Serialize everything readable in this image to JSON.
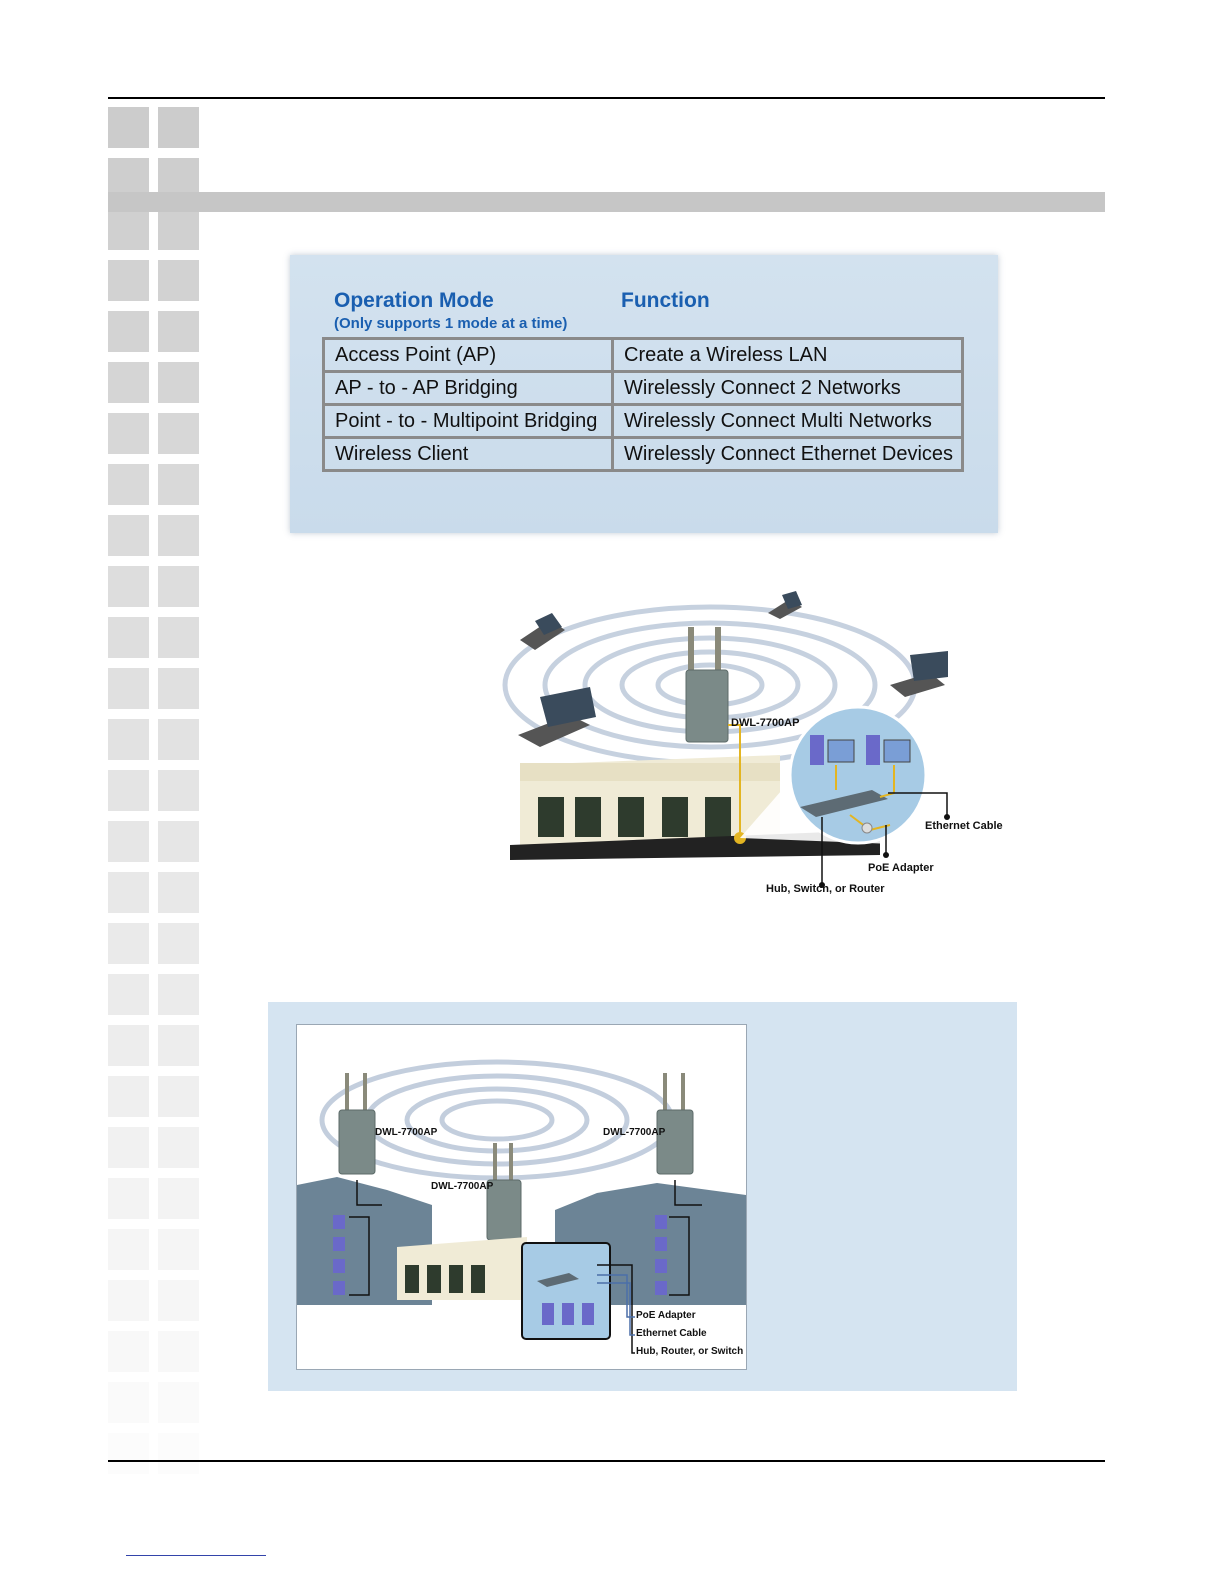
{
  "mode_table": {
    "header_mode": "Operation Mode",
    "header_mode_note": "(Only supports 1 mode at a time)",
    "header_function": "Function",
    "rows": [
      {
        "mode": "Access Point (AP)",
        "function": "Create a Wireless LAN"
      },
      {
        "mode": "AP - to - AP Bridging",
        "function": "Wirelessly Connect 2 Networks"
      },
      {
        "mode": "Point - to - Multipoint Bridging",
        "function": "Wirelessly Connect Multi Networks"
      },
      {
        "mode": "Wireless Client",
        "function": "Wirelessly Connect Ethernet Devices"
      }
    ]
  },
  "diagram_ap": {
    "device_label": "DWL-7700AP",
    "ethernet_label": "Ethernet Cable",
    "poe_label": "PoE Adapter",
    "hub_label": "Hub, Switch, or Router"
  },
  "diagram_bridge": {
    "device_left": "DWL-7700AP",
    "device_center": "DWL-7700AP",
    "device_right": "DWL-7700AP",
    "poe_label": "PoE Adapter",
    "ethernet_label": "Ethernet Cable",
    "hub_label": "Hub, Router, or Switch"
  },
  "colors": {
    "header_blue": "#1a5fb0",
    "panel_blue": "#d5e4f1",
    "band_gray": "#c6c6c6"
  }
}
